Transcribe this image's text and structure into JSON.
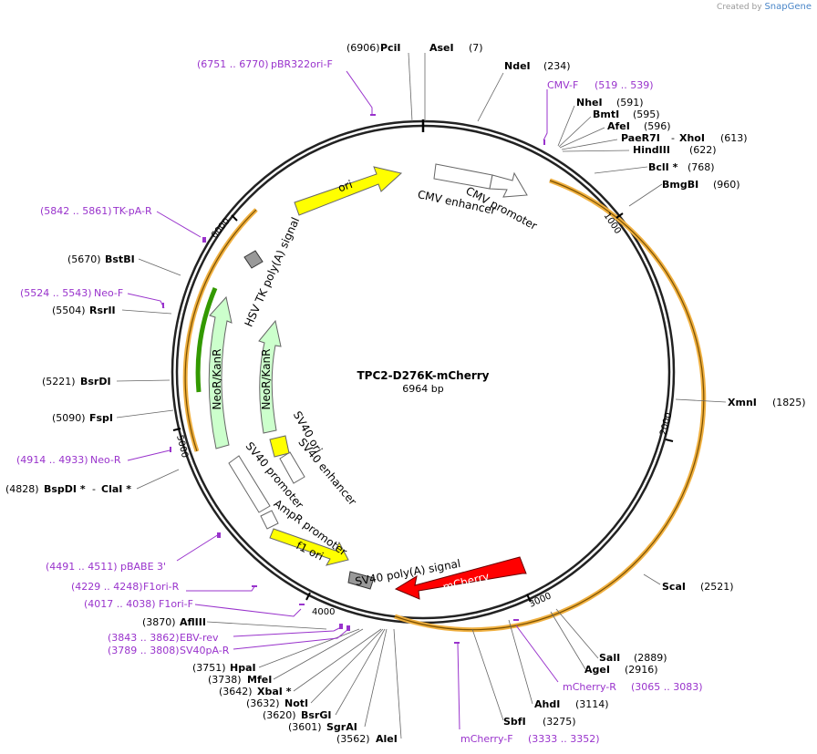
{
  "credit": {
    "prefix": "Created by",
    "brand": "SnapGene"
  },
  "plasmid": {
    "name": "TPC2-D276K-mCherry",
    "size": "6964 bp",
    "length": 6964
  },
  "ticks": [
    {
      "pos": 1000,
      "label": "1000"
    },
    {
      "pos": 2000,
      "label": "2000"
    },
    {
      "pos": 3000,
      "label": "3000"
    },
    {
      "pos": 4000,
      "label": "4000"
    },
    {
      "pos": 5000,
      "label": "5000"
    },
    {
      "pos": 6000,
      "label": "6000"
    }
  ],
  "sites": [
    {
      "name": "PciI",
      "pos": "6906",
      "side": "L"
    },
    {
      "name": "AseI",
      "pos": "7",
      "side": "R"
    },
    {
      "name": "NdeI",
      "pos": "234",
      "side": "R"
    },
    {
      "name": "NheI",
      "pos": "591",
      "side": "R"
    },
    {
      "name": "BmtI",
      "pos": "595",
      "side": "R"
    },
    {
      "name": "AfeI",
      "pos": "596",
      "side": "R"
    },
    {
      "name": "PaeR7I",
      "name2": "XhoI",
      "pos": "613",
      "side": "R"
    },
    {
      "name": "HindIII",
      "pos": "622",
      "side": "R"
    },
    {
      "name": "BclI *",
      "pos": "768",
      "side": "R"
    },
    {
      "name": "BmgBI",
      "pos": "960",
      "side": "R"
    },
    {
      "name": "XmnI",
      "pos": "1825",
      "side": "R"
    },
    {
      "name": "ScaI",
      "pos": "2521",
      "side": "R"
    },
    {
      "name": "SalI",
      "pos": "2889",
      "side": "R"
    },
    {
      "name": "AgeI",
      "pos": "2916",
      "side": "R"
    },
    {
      "name": "AhdI",
      "pos": "3114",
      "side": "R"
    },
    {
      "name": "SbfI",
      "pos": "3275",
      "side": "R"
    },
    {
      "name": "AleI",
      "pos": "3562",
      "side": "L"
    },
    {
      "name": "SgrAI",
      "pos": "3601",
      "side": "L"
    },
    {
      "name": "BsrGI",
      "pos": "3620",
      "side": "L"
    },
    {
      "name": "NotI",
      "pos": "3632",
      "side": "L"
    },
    {
      "name": "XbaI *",
      "pos": "3642",
      "side": "L"
    },
    {
      "name": "MfeI",
      "pos": "3738",
      "side": "L"
    },
    {
      "name": "HpaI",
      "pos": "3751",
      "side": "L"
    },
    {
      "name": "AflIII",
      "pos": "3870",
      "side": "L"
    },
    {
      "name": "BspDI *",
      "name2": "ClaI *",
      "pos": "4828",
      "side": "L"
    },
    {
      "name": "FspI",
      "pos": "5090",
      "side": "L"
    },
    {
      "name": "BsrDI",
      "pos": "5221",
      "side": "L"
    },
    {
      "name": "RsrII",
      "pos": "5504",
      "side": "L"
    },
    {
      "name": "BstBI",
      "pos": "5670",
      "side": "L"
    }
  ],
  "primers": [
    {
      "name": "pBR322ori-F",
      "range": "6751 .. 6770",
      "side": "L"
    },
    {
      "name": "CMV-F",
      "range": "519 .. 539",
      "side": "R"
    },
    {
      "name": "mCherry-R",
      "range": "3065 .. 3083",
      "side": "R"
    },
    {
      "name": "mCherry-F",
      "range": "3333 .. 3352",
      "side": "R"
    },
    {
      "name": "SV40pA-R",
      "range": "3789 .. 3808",
      "side": "L"
    },
    {
      "name": "EBV-rev",
      "range": "3843 .. 3862",
      "side": "L"
    },
    {
      "name": "F1ori-F",
      "range": "4017 .. 4038",
      "side": "L"
    },
    {
      "name": "F1ori-R",
      "range": "4229 .. 4248",
      "side": "L"
    },
    {
      "name": "pBABE 3'",
      "range": "4491 .. 4511",
      "side": "L"
    },
    {
      "name": "Neo-R",
      "range": "4914 .. 4933",
      "side": "L"
    },
    {
      "name": "Neo-F",
      "range": "5524 .. 5543",
      "side": "L"
    },
    {
      "name": "TK-pA-R",
      "range": "5842 .. 5861",
      "side": "L"
    }
  ],
  "features": [
    {
      "name": "ori",
      "color": "#ffff00"
    },
    {
      "name": "CMV enhancer",
      "color": "#ffffff"
    },
    {
      "name": "CMV promoter",
      "color": "#ffffff"
    },
    {
      "name": "mCherry",
      "color": "#ff0000"
    },
    {
      "name": "SV40 poly(A) signal",
      "color": "#999999"
    },
    {
      "name": "f1 ori",
      "color": "#ffff00"
    },
    {
      "name": "AmpR promoter",
      "color": "#ffffff"
    },
    {
      "name": "SV40 promoter",
      "color": "#ffffff"
    },
    {
      "name": "SV40 enhancer",
      "color": "#ffffff"
    },
    {
      "name": "SV40 ori",
      "color": "#ffff00"
    },
    {
      "name": "NeoR/KanR",
      "color": "#ccffcc"
    },
    {
      "name": "NeoR/KanR",
      "color": "#ccffcc"
    },
    {
      "name": "HSV TK poly(A) signal",
      "color": "#999999"
    }
  ],
  "colors": {
    "primer": "#9933cc",
    "orf": "#f0b040",
    "orf_green": "#339900"
  }
}
